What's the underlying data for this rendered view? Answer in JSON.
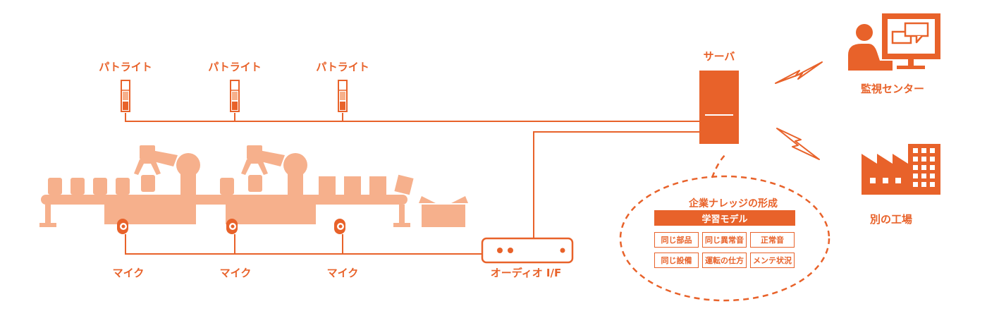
{
  "colors": {
    "accent": "#e8622a",
    "light": "#f6b08c",
    "line": "#e8622a"
  },
  "patlights": [
    {
      "label": "パトライト"
    },
    {
      "label": "パトライト"
    },
    {
      "label": "パトライト"
    }
  ],
  "mics": [
    {
      "label": "マイク"
    },
    {
      "label": "マイク"
    },
    {
      "label": "マイク"
    }
  ],
  "audio_if": {
    "label": "オーディオ I/F"
  },
  "server": {
    "label": "サーバ"
  },
  "monitoring_center": {
    "label": "監視センター",
    "icon": "operator-monitor-icon"
  },
  "other_factory": {
    "label": "別の工場",
    "icon": "factory-icon"
  },
  "knowledge": {
    "title": "企業ナレッジの形成",
    "model_label": "学習モデル",
    "cells": [
      "同じ部品",
      "同じ異常音",
      "正常音",
      "同じ設備",
      "運転の仕方",
      "メンテ状況"
    ]
  }
}
